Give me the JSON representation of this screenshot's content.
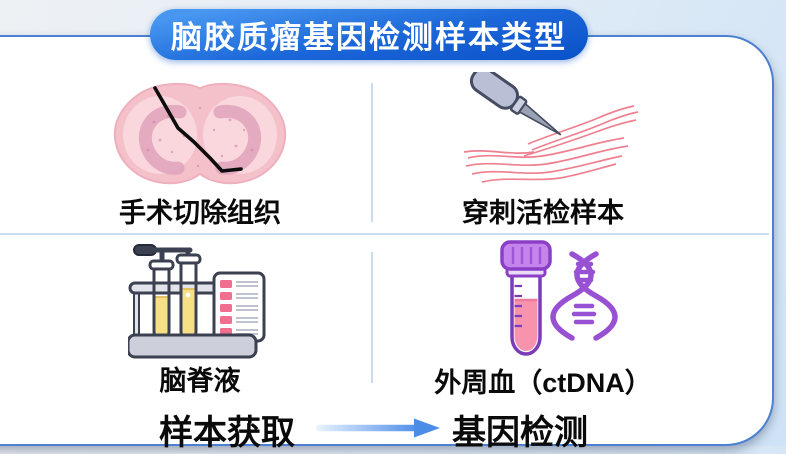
{
  "title": "脑胶质瘤基因检测样本类型",
  "quadrants": [
    {
      "label": "手术切除组织",
      "icon": "brain-tissue-icon"
    },
    {
      "label": "穿刺活检样本",
      "icon": "biopsy-needle-icon"
    },
    {
      "label": "脑脊液",
      "icon": "csf-test-tubes-icon"
    },
    {
      "label": "外周血（ctDNA）",
      "icon": "blood-tube-dna-icon"
    }
  ],
  "flow": {
    "from": "样本获取",
    "to": "基因检测",
    "arrow_icon": "flow-arrow-icon"
  },
  "colors": {
    "banner_blue_top": "#4796f0",
    "banner_blue_bottom": "#0b53ca",
    "card_border_blue": "#4b80d2",
    "divider_blue": "#c9dbf0",
    "arrow_blue": "#4a8ce6",
    "tissue_pink": "#f4c1cb",
    "fiber_red": "#ef8090",
    "csf_yellow": "#f7df85",
    "blood_pink": "#f893ad",
    "dna_purple": "#9851d3"
  }
}
